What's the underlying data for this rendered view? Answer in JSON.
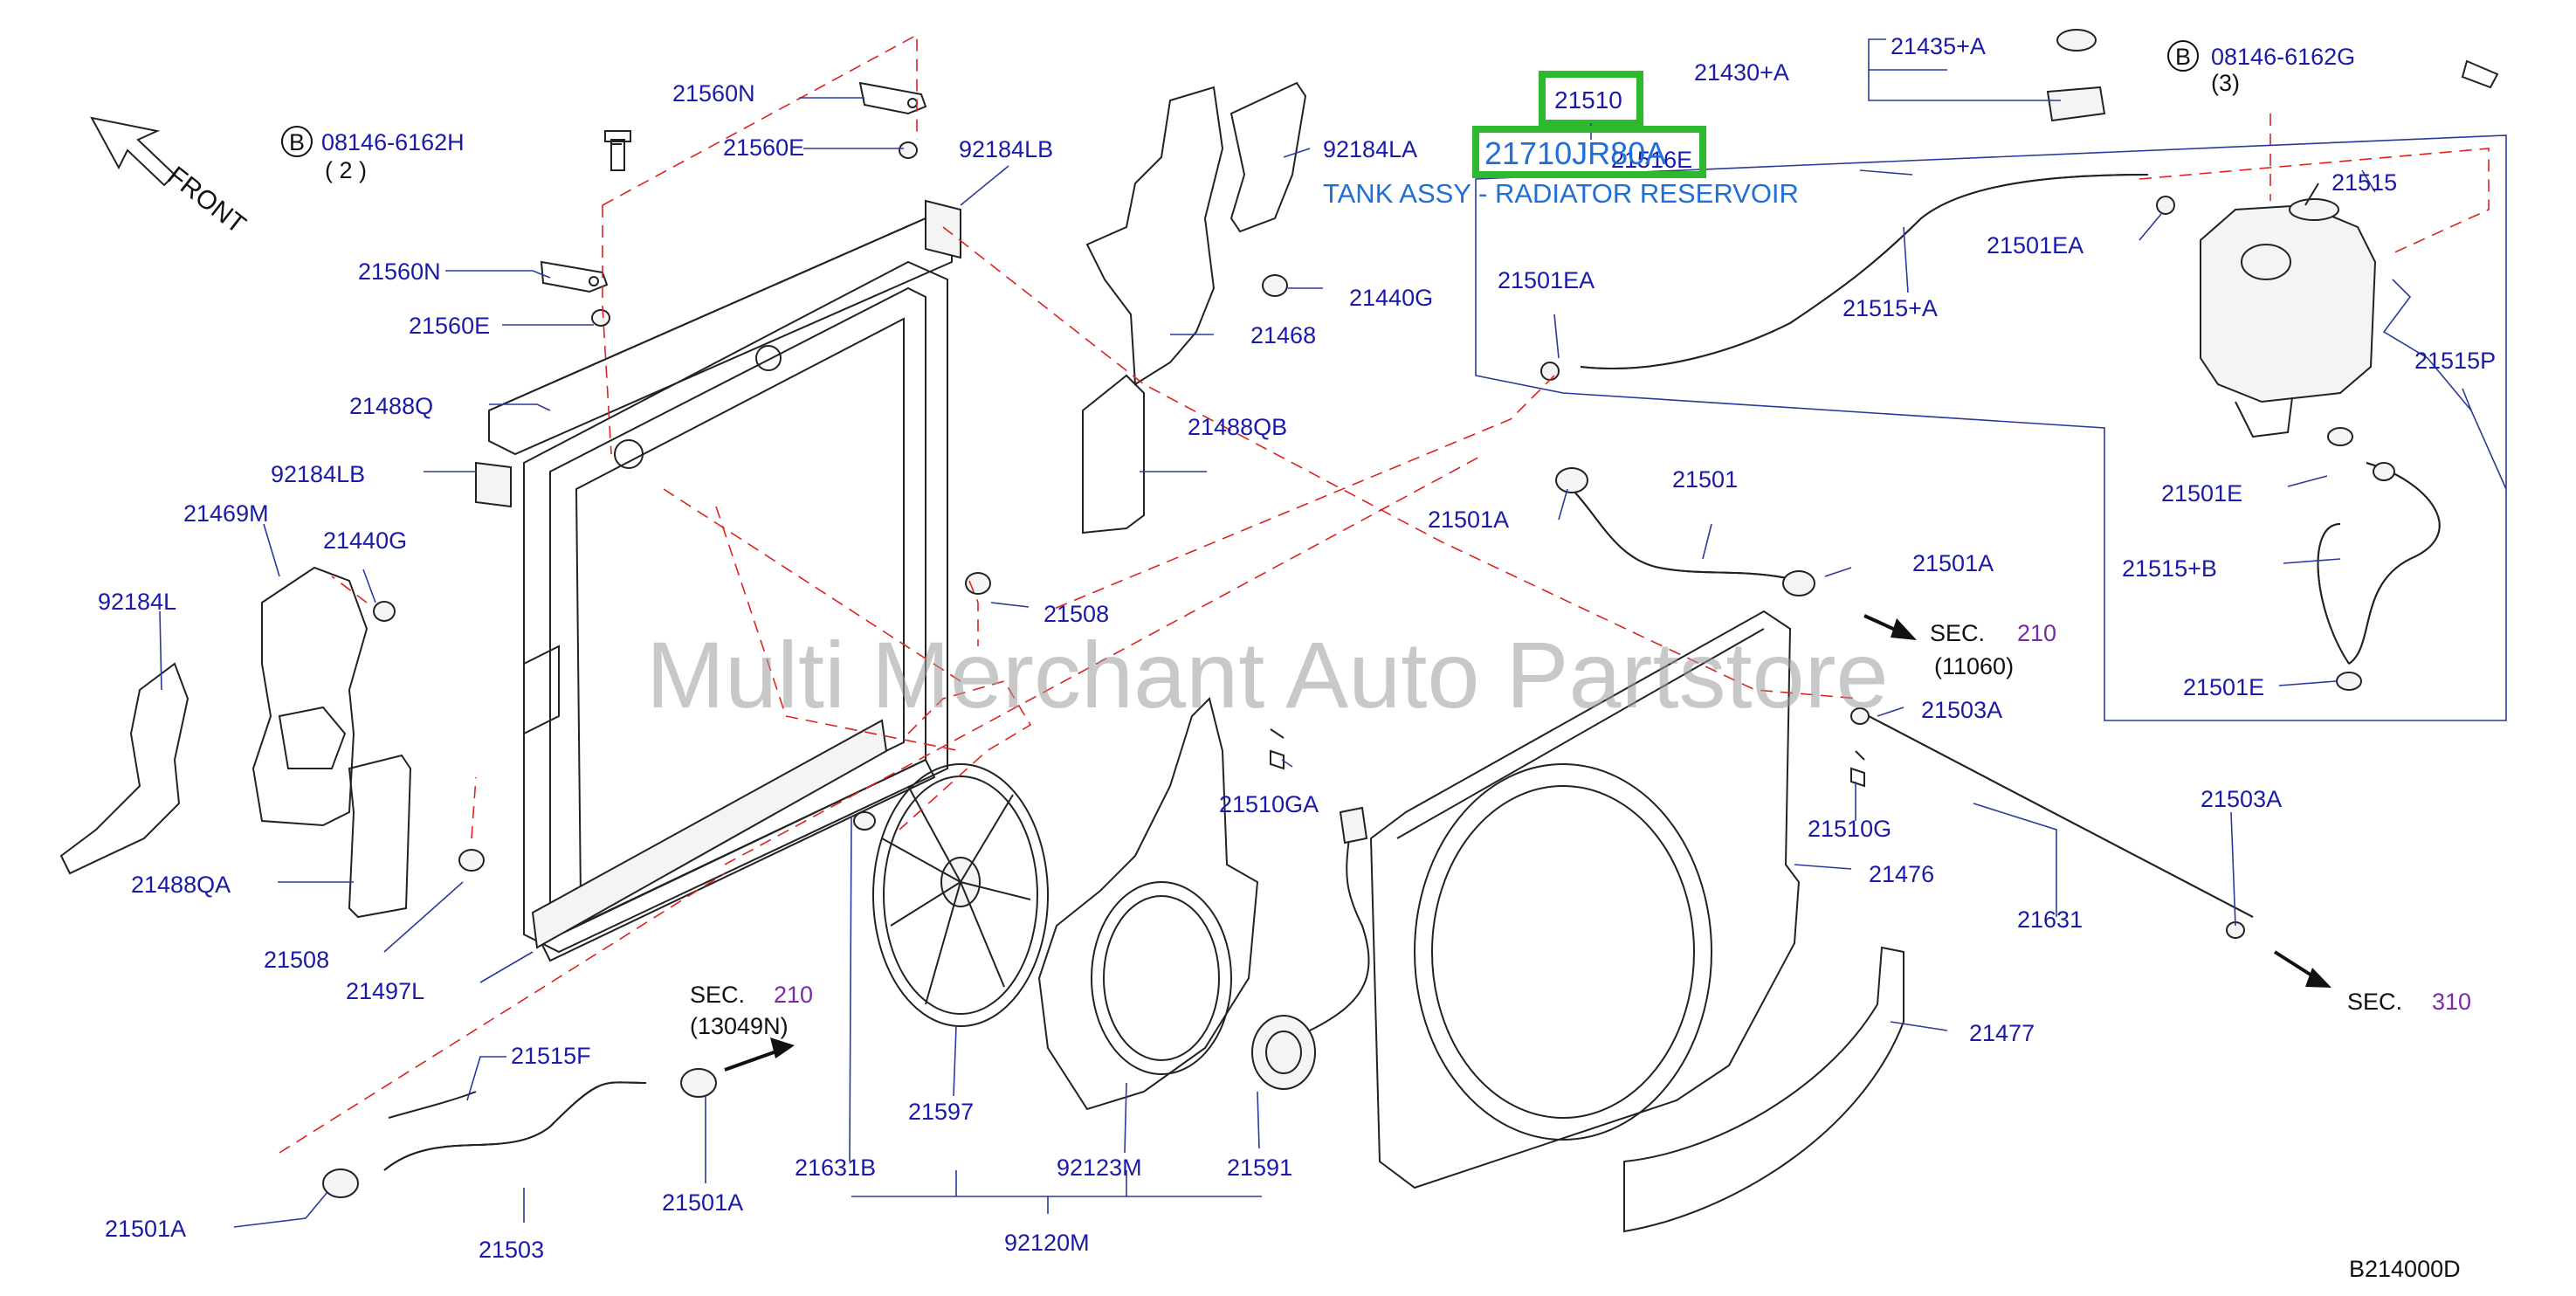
{
  "diagram": {
    "front_label": "FRONT",
    "drawing_code": "B214000D",
    "watermark": "Multi Merchant Auto Partstore",
    "highlight": {
      "part_number": "21510",
      "oem_number": "21710JR80A",
      "description": "TANK ASSY - RADIATOR RESERVOIR",
      "color": "#2eb82e",
      "text_color": "#1f6fd6"
    },
    "colors": {
      "label": "#1a1aa8",
      "leader": "#2a3a9a",
      "dashed": "#d22222",
      "sec_number": "#7a2aa8"
    },
    "bolts": [
      {
        "circle": "B",
        "number": "08146-6162H",
        "qty": "( 2 )"
      },
      {
        "circle": "B",
        "number": "08146-6162G",
        "qty": "(3)"
      }
    ],
    "sections": [
      {
        "prefix": "SEC.",
        "number": "210",
        "sub": "(11060)"
      },
      {
        "prefix": "SEC.",
        "number": "210",
        "sub": "(13049N)"
      },
      {
        "prefix": "SEC.",
        "number": "310",
        "sub": ""
      }
    ],
    "labels": {
      "l21560N_a": "21560N",
      "l21560E_a": "21560E",
      "l92184LB_a": "92184LB",
      "l21560N_b": "21560N",
      "l21560E_b": "21560E",
      "l21488Q": "21488Q",
      "l92184LB_b": "92184LB",
      "l21469M": "21469M",
      "l21440G_a": "21440G",
      "l92184L": "92184L",
      "l21488QA": "21488QA",
      "l21508_a": "21508",
      "l21497L": "21497L",
      "l92184LA": "92184LA",
      "l21440G_b": "21440G",
      "l21468": "21468",
      "l21488QB": "21488QB",
      "l21508_b": "21508",
      "l21430A": "21430+A",
      "l21435A": "21435+A",
      "l21516E": "21516E",
      "l21501EA_a": "21501EA",
      "l21515A": "21515+A",
      "l21515": "21515",
      "l21501EA_b": "21501EA",
      "l21515P": "21515P",
      "l21501": "21501",
      "l21501A_a": "21501A",
      "l21501A_b": "21501A",
      "l21501E_a": "21501E",
      "l21515B": "21515+B",
      "l21501E_b": "21501E",
      "l21503A_a": "21503A",
      "l21510GA": "21510GA",
      "l21510G": "21510G",
      "l21476": "21476",
      "l21503A_b": "21503A",
      "l21631": "21631",
      "l21477": "21477",
      "l21515F": "21515F",
      "l21501A_c": "21501A",
      "l21501A_d": "21501A",
      "l21503": "21503",
      "l21631B": "21631B",
      "l21597": "21597",
      "l92123M": "92123M",
      "l21591": "21591",
      "l92120M": "92120M"
    }
  }
}
